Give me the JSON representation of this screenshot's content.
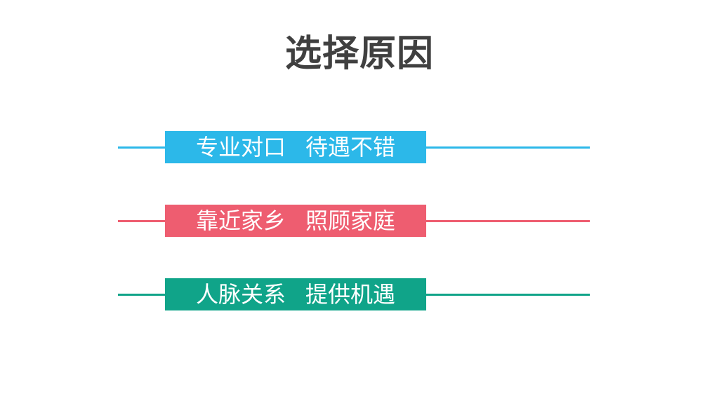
{
  "slide": {
    "title": "选择原因",
    "background_color": "#FFFFFF",
    "title_color": "#404040",
    "text_color_on_bars": "#FFFFFF"
  },
  "bars": [
    {
      "left": "专业对口",
      "right": "待遇不错",
      "color": "#2CB8E9"
    },
    {
      "left": "靠近家乡",
      "right": "照顾家庭",
      "color": "#EE5D70"
    },
    {
      "left": "人脉关系",
      "right": "提供机遇",
      "color": "#10A489"
    }
  ]
}
